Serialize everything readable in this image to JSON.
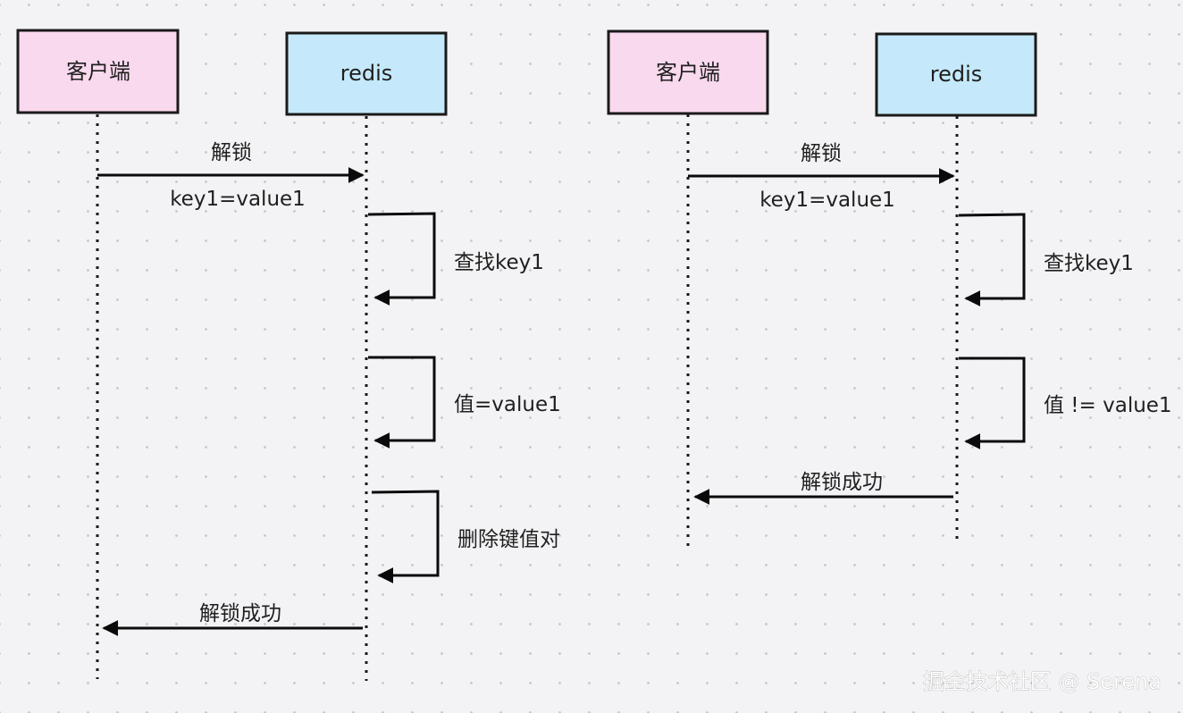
{
  "diagram_left": {
    "client_box": {
      "label": "客户端",
      "color": "#f9d9ee"
    },
    "server_box": {
      "label": "redis",
      "color": "#c5e9fb"
    },
    "msg_unlock": {
      "label": "解锁",
      "sub": "key1=value1"
    },
    "self_find": "查找key1",
    "self_compare": "值=value1",
    "self_delete": "删除键值对",
    "msg_success": "解锁成功"
  },
  "diagram_right": {
    "client_box": {
      "label": "客户端",
      "color": "#f9d9ee"
    },
    "server_box": {
      "label": "redis",
      "color": "#c5e9fb"
    },
    "msg_unlock": {
      "label": "解锁",
      "sub": "key1=value1"
    },
    "self_find": "查找key1",
    "self_compare": "值 != value1",
    "msg_success": "解锁成功"
  },
  "watermark": "掘金技术社区 @ Serena",
  "colors": {
    "line": "#0a0a0a",
    "background": "#f3f3f5"
  }
}
